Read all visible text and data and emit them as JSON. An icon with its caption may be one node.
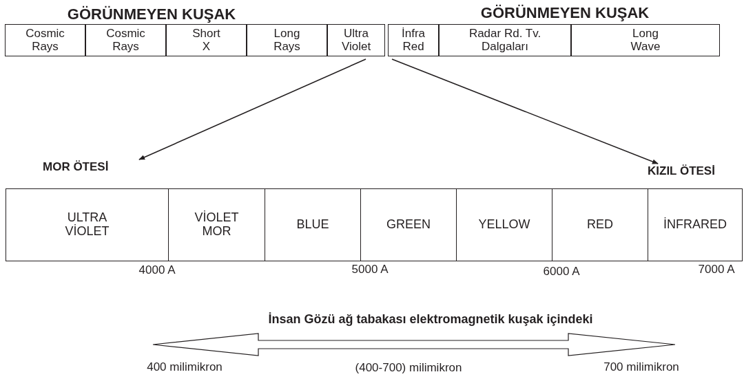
{
  "diagram": {
    "nodes": [
      {
        "text": [
          "Cosmic Rays"
        ]
      },
      {
        "text": [
          "Cosmic Rays"
        ]
      },
      {
        "text": [
          "Short X"
        ]
      },
      {
        "text": [
          "Long Rays"
        ]
      },
      {
        "text": [
          "Ultra Violet"
        ]
      },
      {
        "text": [
          "İnfra Red"
        ]
      },
      {
        "text": [
          "Radar Rd. Tv. Dalgaları"
        ]
      },
      {
        "text": [
          "Long Wave"
        ]
      },
      {
        "text": [
          "MOR ÖTESİ"
        ]
      },
      {
        "text": [
          "KIZIL ÖTESİ"
        ]
      },
      {
        "text": [
          "ULTRA VİOLET"
        ]
      },
      {
        "text": [
          "VİOLET MOR"
        ]
      },
      {
        "text": [
          "BLUE"
        ]
      },
      {
        "text": [
          "GREEN"
        ]
      },
      {
        "text": [
          "YELLOW"
        ]
      },
      {
        "text": [
          "RED"
        ]
      },
      {
        "text": [
          "İNFRARED"
        ]
      }
    ],
    "edges": [
      {
        "from": 4,
        "to": 8,
        "arrow": "to"
      },
      {
        "from": 5,
        "to": 9,
        "arrow": "to"
      }
    ],
    "labels": [
      "GÖRÜNMEYEN KUŞAK",
      "GÖRÜNMEYEN KUŞAK",
      "4000 A",
      "5000 A",
      "6000 A",
      "7000 A",
      "İnsan Gözü ağ tabakası elektromagnetik kuşak içindeki",
      "400 milimikron",
      "(400-700) milimikron",
      "700 milimikron"
    ]
  }
}
